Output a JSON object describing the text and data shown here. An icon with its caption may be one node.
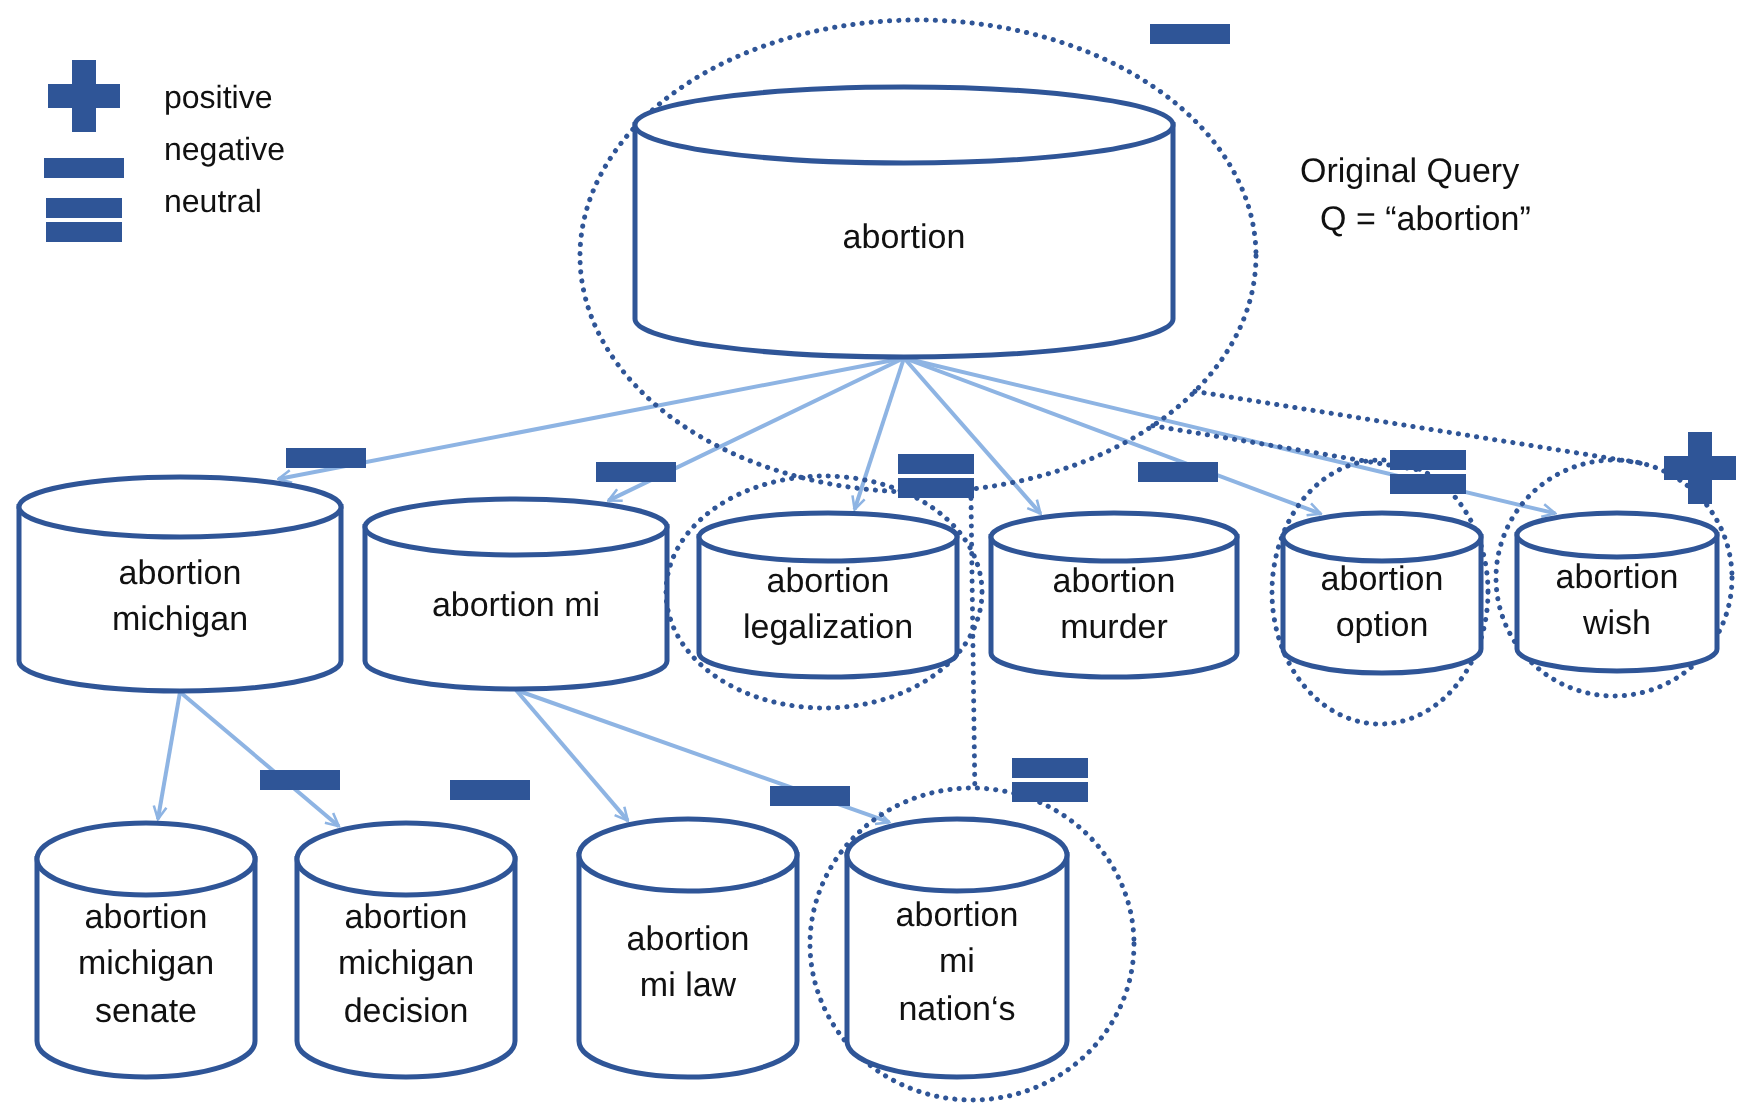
{
  "diagram": {
    "nodes": [
      {
        "text": [],
        "shape": "circle"
      },
      {
        "text": [
          "abortion"
        ],
        "in": 0
      },
      {
        "text": [
          "abortion michigan"
        ]
      },
      {
        "text": [
          "abortion mi"
        ]
      },
      {
        "text": [],
        "shape": "circle"
      },
      {
        "text": [
          "abortion legalization"
        ],
        "in": 4
      },
      {
        "text": [
          "abortion murder"
        ]
      },
      {
        "text": [],
        "shape": "circle"
      },
      {
        "text": [
          "abortion option"
        ],
        "in": 7
      },
      {
        "text": [],
        "shape": "circle"
      },
      {
        "text": [
          "abortion wish"
        ],
        "in": 9
      },
      {
        "text": [
          "abortion michigan senate"
        ]
      },
      {
        "text": [
          "abortion michigan decision"
        ]
      },
      {
        "text": [
          "abortion mi law"
        ]
      },
      {
        "text": [],
        "shape": "circle"
      },
      {
        "text": [
          "abortion mi nation‘s"
        ],
        "in": 14
      }
    ],
    "edges": [
      {
        "from": 1,
        "to": 2,
        "arrow": "to"
      },
      {
        "from": 1,
        "to": 3,
        "arrow": "to"
      },
      {
        "from": 1,
        "to": 5,
        "arrow": "to"
      },
      {
        "from": 1,
        "to": 6,
        "arrow": "to"
      },
      {
        "from": 1,
        "to": 8,
        "arrow": "to"
      },
      {
        "from": 1,
        "to": 10,
        "arrow": "to"
      },
      {
        "from": 2,
        "to": 11,
        "arrow": "to"
      },
      {
        "from": 2,
        "to": 12,
        "arrow": "to"
      },
      {
        "from": 3,
        "to": 13,
        "arrow": "to"
      },
      {
        "from": 3,
        "to": 15,
        "arrow": "to"
      },
      {
        "from": 0,
        "to": 14,
        "arrow": "none",
        "style": "dashed",
        "color": "#2f5597"
      },
      {
        "from": 0,
        "to": 7,
        "arrow": "none",
        "style": "dashed",
        "color": "#2f5597"
      },
      {
        "from": 0,
        "to": 9,
        "arrow": "none",
        "style": "dashed",
        "color": "#2f5597"
      }
    ],
    "labels": [
      "Original Query",
      "Q = “abortion”"
    ],
    "legend": [
      {
        "text": "positive"
      },
      {
        "text": "negative"
      },
      {
        "text": "neutral"
      }
    ]
  }
}
